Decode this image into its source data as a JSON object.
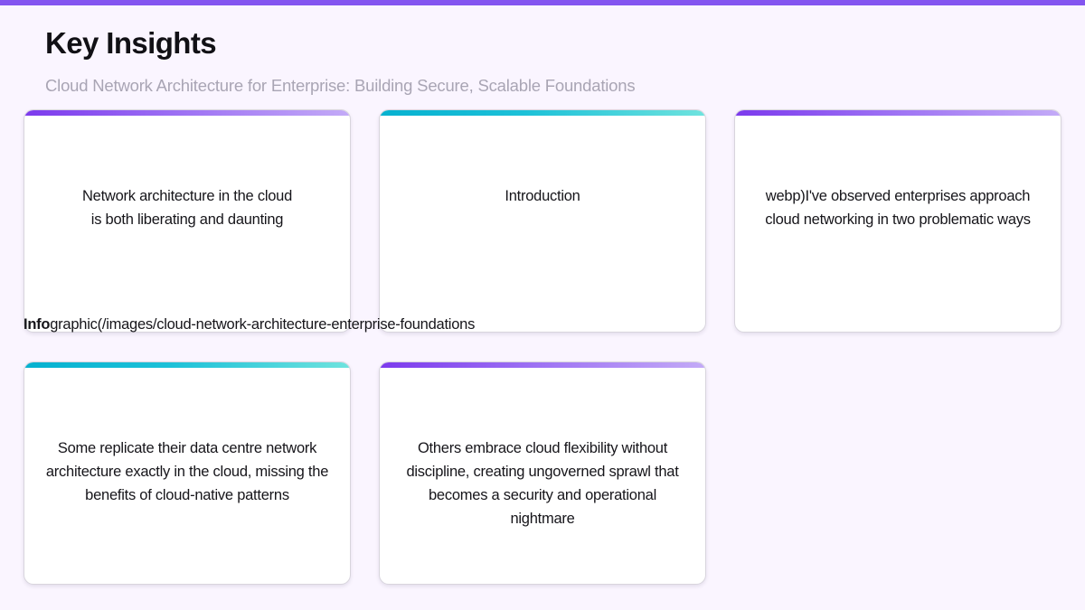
{
  "theme": {
    "page_background": "#faf5ff",
    "top_strip_color": "#8355f0",
    "accent_purple_from": "#7c3aed",
    "accent_purple_to": "#c3aaf7",
    "accent_teal_from": "#06b1d0",
    "accent_teal_to": "#6fe3de",
    "title_color": "#111015",
    "subtitle_color": "#a9a5b4",
    "card_background": "#ffffff",
    "card_border_color": "#d8d5dd",
    "card_text_color": "#16151a"
  },
  "header": {
    "title": "Key Insights",
    "subtitle": "Cloud Network Architecture for Enterprise: Building Secure, Scalable Foundations"
  },
  "cards": [
    {
      "id": "card-1",
      "accent": "purple",
      "text": "Network architecture in the cloud\nis both liberating and daunting"
    },
    {
      "id": "card-2",
      "accent": "teal",
      "text": "Introduction"
    },
    {
      "id": "card-3",
      "accent": "purple",
      "text": "webp)I've observed enterprises approach cloud networking in two problematic ways"
    },
    {
      "id": "card-4",
      "accent": "teal",
      "text": "Some replicate their data centre network architecture exactly in the cloud, missing the benefits of cloud-native patterns"
    },
    {
      "id": "card-5",
      "accent": "purple",
      "text": "Others embrace cloud flexibility without discipline, creating ungoverned sprawl that becomes a security and operational nightmare"
    }
  ],
  "overflow_text": {
    "bold_prefix": "Info",
    "rest": "graphic(/images/cloud-network-architecture-enterprise-foundations"
  }
}
